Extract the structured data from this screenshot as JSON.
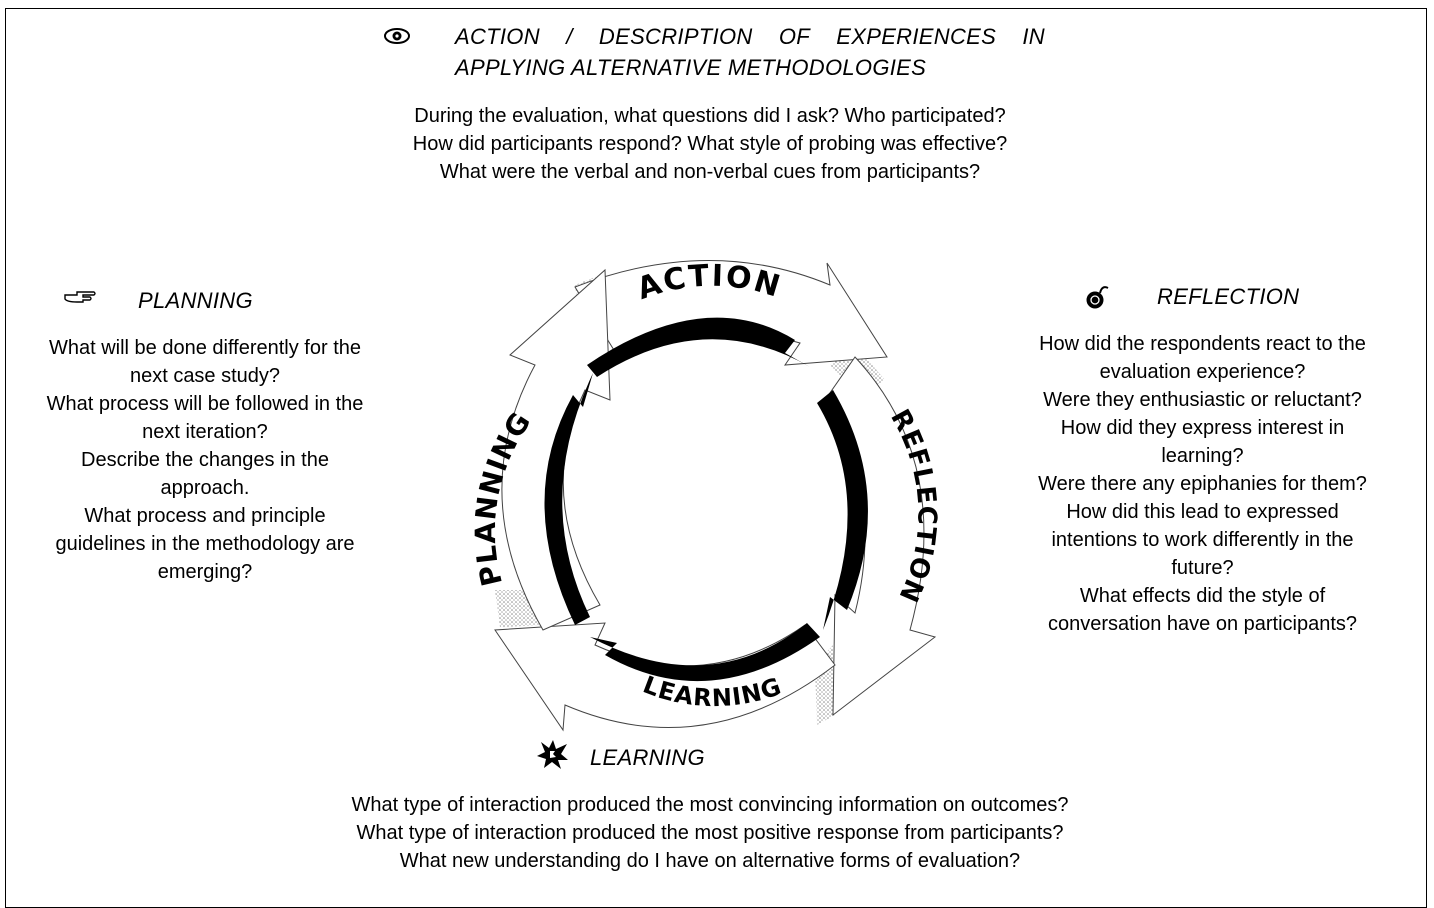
{
  "action": {
    "title_line1": [
      "ACTION",
      "/",
      "DESCRIPTION",
      "OF",
      "EXPERIENCES",
      "IN"
    ],
    "title_line2": "APPLYING ALTERNATIVE METHODOLOGIES",
    "lines": [
      "During the evaluation, what questions did I ask? Who participated?",
      "How did participants respond? What style of probing was effective?",
      "What were the verbal and non-verbal cues from participants?"
    ],
    "icon": "eye-icon"
  },
  "planning": {
    "title": "PLANNING",
    "icon": "pointing-hand-icon",
    "lines": [
      "What will be done differently for the",
      "next case study?",
      "What process will be followed in the",
      "next iteration?",
      "Describe the changes in the",
      "approach.",
      "What process and principle",
      "guidelines in the methodology are",
      "emerging?"
    ]
  },
  "reflection": {
    "title": "REFLECTION",
    "icon": "bomb-icon",
    "lines": [
      "How did the respondents react to the",
      "evaluation experience?",
      "Were they enthusiastic or reluctant?",
      "How did they express interest in",
      "learning?",
      "Were there any epiphanies for them?",
      "How did this lead to expressed",
      "intentions to work differently in the",
      "future?",
      "What effects did the style of",
      "conversation have on participants?"
    ]
  },
  "learning": {
    "title": "LEARNING",
    "icon": "explosion-icon",
    "lines": [
      "What type of interaction produced the most convincing information on outcomes?",
      "What type of interaction produced the most positive response from participants?",
      "What new understanding do I have on alternative forms of evaluation?"
    ]
  },
  "cycle": {
    "labels": {
      "action": "ACTION",
      "reflection": "REFLECTION",
      "learning": "LEARNING",
      "planning": "PLANNING"
    }
  }
}
